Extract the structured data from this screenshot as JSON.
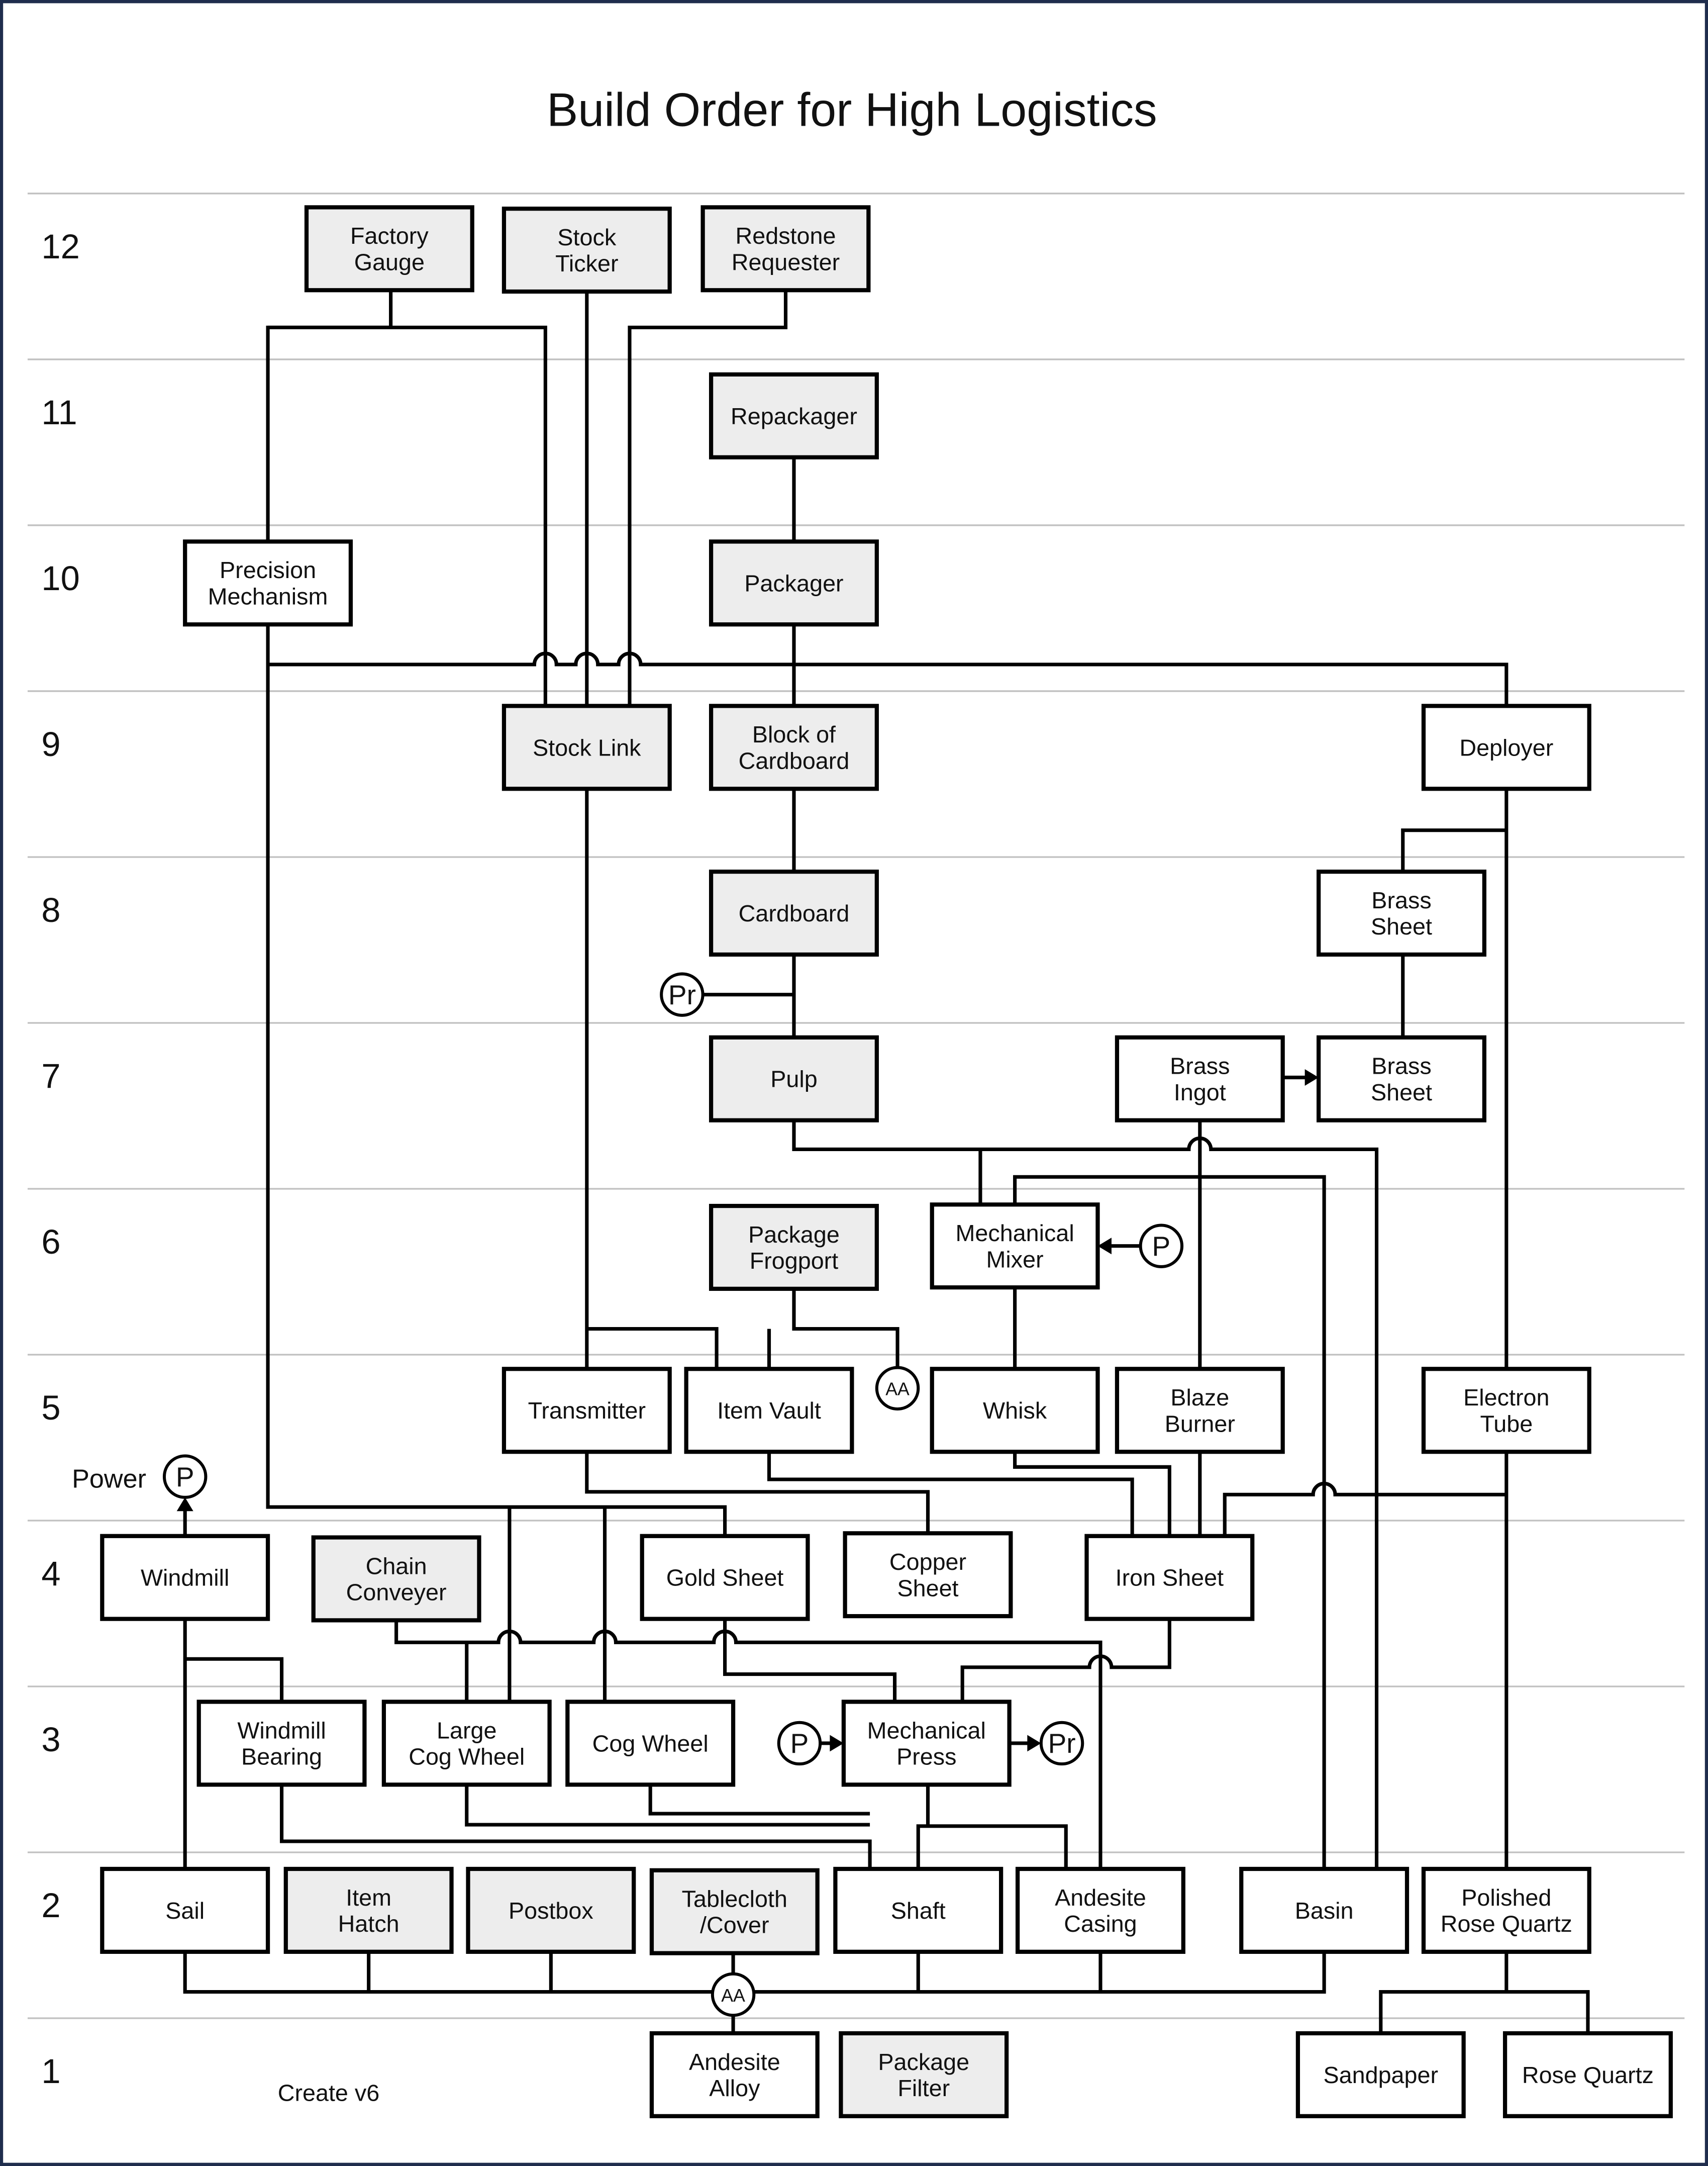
{
  "title": "Build Order for High Logistics",
  "version_label": "Create v6",
  "power_label": "Power",
  "rows": [
    "12",
    "11",
    "10",
    "9",
    "8",
    "7",
    "6",
    "5",
    "4",
    "3",
    "2",
    "1"
  ],
  "nodes": [
    {
      "lines": [
        "Factory",
        "Gauge"
      ]
    },
    {
      "lines": [
        "Stock",
        "Ticker"
      ]
    },
    {
      "lines": [
        "Redstone",
        "Requester"
      ]
    },
    {
      "lines": [
        "Repackager"
      ]
    },
    {
      "lines": [
        "Precision",
        "Mechanism"
      ]
    },
    {
      "lines": [
        "Packager"
      ]
    },
    {
      "lines": [
        "Stock Link"
      ]
    },
    {
      "lines": [
        "Block of",
        "Cardboard"
      ]
    },
    {
      "lines": [
        "Deployer"
      ]
    },
    {
      "lines": [
        "Cardboard"
      ]
    },
    {
      "lines": [
        "Brass",
        "Sheet"
      ]
    },
    {
      "lines": [
        "Pulp"
      ]
    },
    {
      "lines": [
        "Brass",
        "Ingot"
      ]
    },
    {
      "lines": [
        "Brass",
        "Sheet"
      ]
    },
    {
      "lines": [
        "Package",
        "Frogport"
      ]
    },
    {
      "lines": [
        "Mechanical",
        "Mixer"
      ]
    },
    {
      "lines": [
        "Transmitter"
      ]
    },
    {
      "lines": [
        "Item Vault"
      ]
    },
    {
      "lines": [
        "Whisk"
      ]
    },
    {
      "lines": [
        "Blaze",
        "Burner"
      ]
    },
    {
      "lines": [
        "Electron",
        "Tube"
      ]
    },
    {
      "lines": [
        "Windmill"
      ]
    },
    {
      "lines": [
        "Chain",
        "Conveyer"
      ]
    },
    {
      "lines": [
        "Gold Sheet"
      ]
    },
    {
      "lines": [
        "Copper",
        "Sheet"
      ]
    },
    {
      "lines": [
        "Iron Sheet"
      ]
    },
    {
      "lines": [
        "Windmill",
        "Bearing"
      ]
    },
    {
      "lines": [
        "Large",
        "Cog Wheel"
      ]
    },
    {
      "lines": [
        "Cog Wheel"
      ]
    },
    {
      "lines": [
        "Mechanical",
        "Press"
      ]
    },
    {
      "lines": [
        "Sail"
      ]
    },
    {
      "lines": [
        "Item",
        "Hatch"
      ]
    },
    {
      "lines": [
        "Postbox"
      ]
    },
    {
      "lines": [
        "Tablecloth",
        "/Cover"
      ]
    },
    {
      "lines": [
        "Shaft"
      ]
    },
    {
      "lines": [
        "Andesite",
        "Casing"
      ]
    },
    {
      "lines": [
        "Basin"
      ]
    },
    {
      "lines": [
        "Polished",
        "Rose Quartz"
      ]
    },
    {
      "lines": [
        "Andesite",
        "Alloy"
      ]
    },
    {
      "lines": [
        "Package",
        "Filter"
      ]
    },
    {
      "lines": [
        "Sandpaper"
      ]
    },
    {
      "lines": [
        "Rose Quartz"
      ]
    }
  ],
  "markers": [
    "P",
    "Pr",
    "P",
    "AA",
    "P",
    "Pr",
    "AA"
  ],
  "colors": {
    "frame": "#1f2d4d",
    "grid": "#c0c0c0",
    "gray_fill": "#ededed",
    "white_fill": "#ffffff",
    "line": "#000000"
  }
}
